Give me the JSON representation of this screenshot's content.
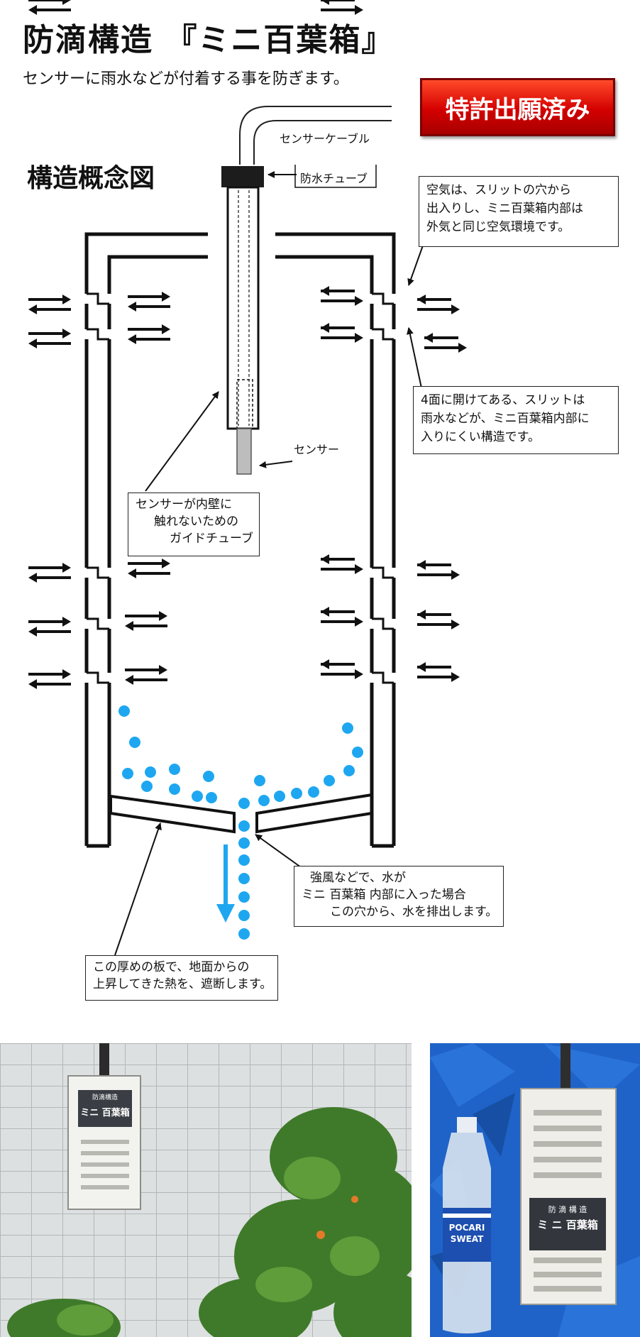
{
  "title": "防滴構造 『ミニ百葉箱』",
  "subtitle": "センサーに雨水などが付着する事を防ぎます。",
  "patent_badge": "特許出願済み",
  "concept_heading": "構造概念図",
  "labels": {
    "sensor_cable": "センサーケーブル",
    "waterproof_tube": "防水チューブ",
    "sensor": "センサー"
  },
  "callouts": {
    "air": [
      "空気は、スリットの穴から",
      "出入りし、ミニ百葉箱内部は",
      "外気と同じ空気環境です。"
    ],
    "slits": [
      "4面に開けてある、スリットは",
      "雨水などが、ミニ百葉箱内部に",
      "入りにくい構造です。"
    ],
    "guide": [
      "センサーが内壁に",
      "触れないための",
      "ガイドチューブ"
    ],
    "drain": [
      "強風などで、水が",
      "ミニ 百葉箱 内部に入った場合",
      "この穴から、水を排出します。"
    ],
    "plate": [
      "この厚めの板で、地面からの",
      "上昇してきた熱を、遮断します。"
    ]
  },
  "photos": {
    "left_plate": [
      "防滴構造",
      "ミニ 百葉箱"
    ],
    "right_plate": [
      "防 滴 構 造",
      "ミ ニ  百葉箱"
    ],
    "bottle_brand": [
      "POCARI",
      "SWEAT"
    ]
  },
  "colors": {
    "water": "#1ea7f0",
    "badge_red": "#d40000",
    "tarp_blue": "#1f63c8"
  }
}
